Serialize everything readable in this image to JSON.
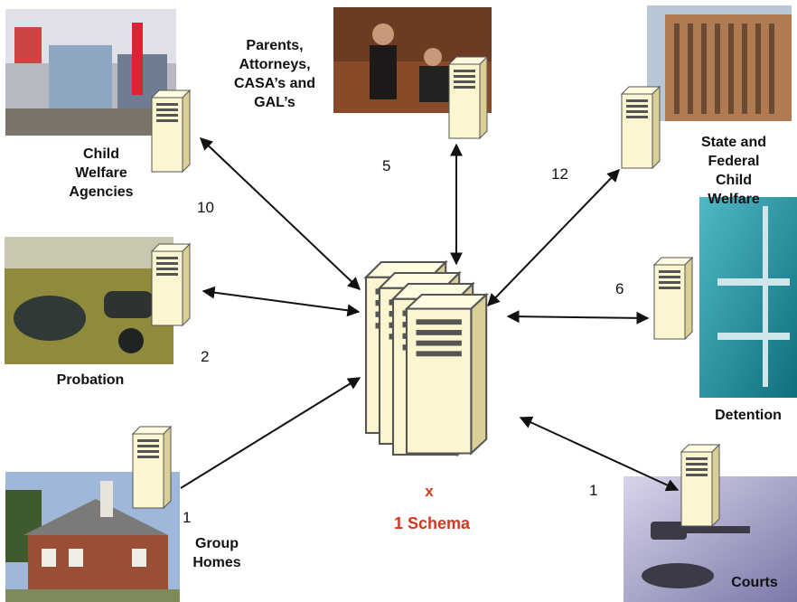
{
  "nodes": {
    "child_welfare": {
      "label": "Child Welfare Agencies",
      "number": "10"
    },
    "parents": {
      "label": "Parents, Attorneys, CASA’s and GAL’s",
      "number": "5"
    },
    "state_federal": {
      "label": "State and Federal Child Welfare",
      "number": "12"
    },
    "probation": {
      "label": "Probation",
      "number": "2"
    },
    "detention": {
      "label": "Detention",
      "number": "6"
    },
    "group_homes": {
      "label": "Group Homes",
      "number": "1"
    },
    "courts": {
      "label": "Courts",
      "number": "1"
    }
  },
  "center": {
    "x_label": "x",
    "schema_label": "1 Schema"
  },
  "colors": {
    "accent_red": "#d9361f",
    "server_fill": "#fbf6cf",
    "server_stroke": "#555555"
  }
}
